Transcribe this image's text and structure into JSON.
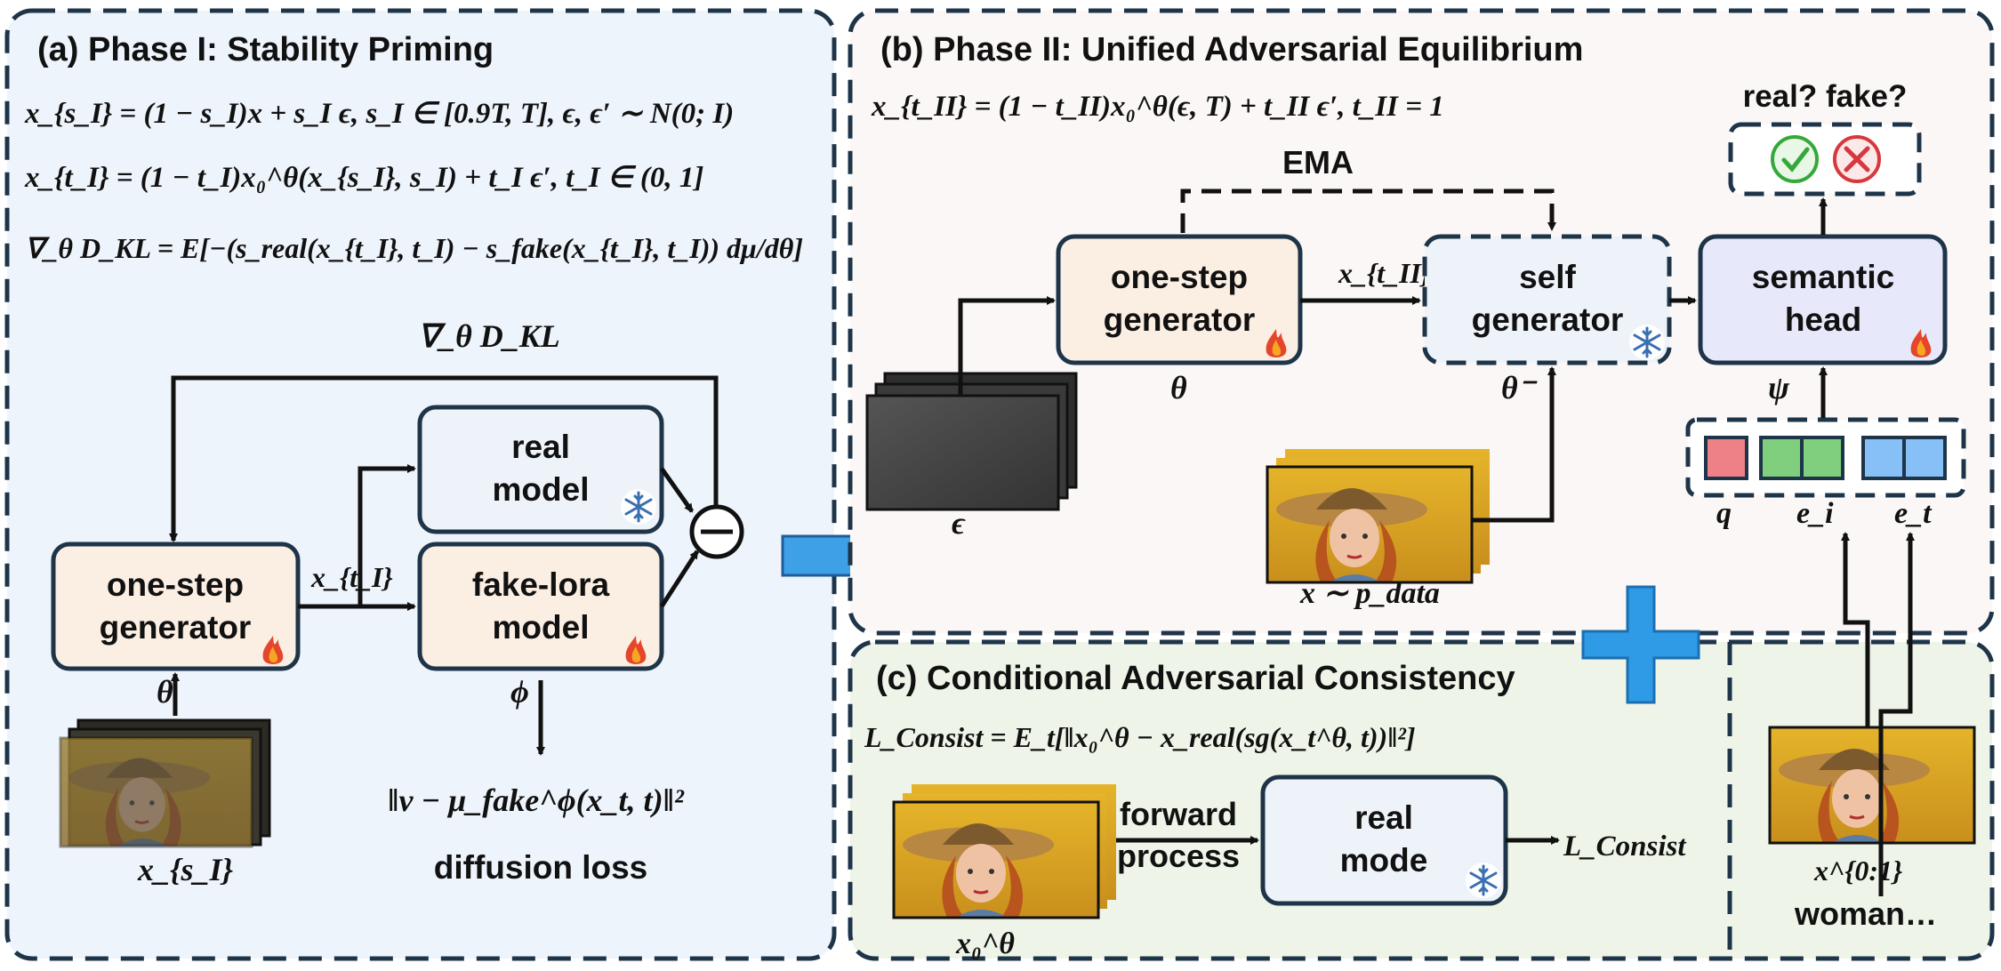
{
  "colors": {
    "panel_a_bg": "#eef4fb",
    "panel_b_bg": "#fbf7f6",
    "panel_c_bg": "#eef5e8",
    "border": "#1e3448",
    "generator_fill": "#fbeee3",
    "model_fill": "#eef3fa",
    "semantic_fill": "#e7e8f9",
    "q_token": "#ee8087",
    "ei_token": "#7fcf7e",
    "et_token": "#86c0f6",
    "arrow_blue": "#3ea0e6",
    "plus_blue": "#2f9be6"
  },
  "panel_a": {
    "title": "(a) Phase I: Stability Priming",
    "eq1": "x_{s_I} = (1 − s_I)x + s_I ϵ, s_I ∈ [0.9T, T], ϵ, ϵ′ ∼ N(0; I)",
    "eq2": "x_{t_I} = (1 − t_I)x₀^θ(x_{s_I}, s_I) + t_I ϵ′, t_I ∈ (0, 1]",
    "eq3": "∇_θ D_KL = E[−(s_real(x_{t_I}, t_I) − s_fake(x_{t_I}, t_I)) dμ/dθ]",
    "grad_label": "∇_θ D_KL",
    "gen_line1": "one-step",
    "gen_line2": "generator",
    "gen_param": "θ",
    "real_line1": "real",
    "real_line2": "model",
    "fake_line1": "fake-lora",
    "fake_line2": "model",
    "fake_param": "ϕ",
    "xt_label": "x_{t_I}",
    "xs_label": "x_{s_I}",
    "loss_formula": "‖v − μ_fake^ϕ(x_t, t)‖²",
    "loss_label": "diffusion loss"
  },
  "panel_b": {
    "title": "(b) Phase II: Unified Adversarial Equilibrium",
    "eq": "x_{t_II} = (1 − t_II)x₀^θ(ϵ, T) + t_II ϵ′, t_II = 1",
    "ema_label": "EMA",
    "gen_line1": "one-step",
    "gen_line2": "generator",
    "gen_param": "θ",
    "self_line1": "self",
    "self_line2": "generator",
    "self_param": "θ⁻",
    "sem_line1": "semantic",
    "sem_line2": "head",
    "sem_param": "ψ",
    "noise_label": "ϵ",
    "xt_label": "x_{t_II}",
    "data_label": "x ∼ p_data",
    "verdict": "real? fake?",
    "q_label": "q",
    "ei_label": "e_i",
    "et_label": "e_t"
  },
  "panel_c": {
    "title": "(c) Conditional Adversarial Consistency",
    "eq": "L_Consist = E_t[‖x₀^θ − x_real(sg(x_t^θ, t))‖²]",
    "forward_line1": "forward",
    "forward_line2": "process",
    "real_line1": "real",
    "real_line2": "mode",
    "out_label": "L_Consist",
    "x0_label": "x₀^θ",
    "x01_label": "x^{0:1}",
    "caption": "woman…"
  }
}
